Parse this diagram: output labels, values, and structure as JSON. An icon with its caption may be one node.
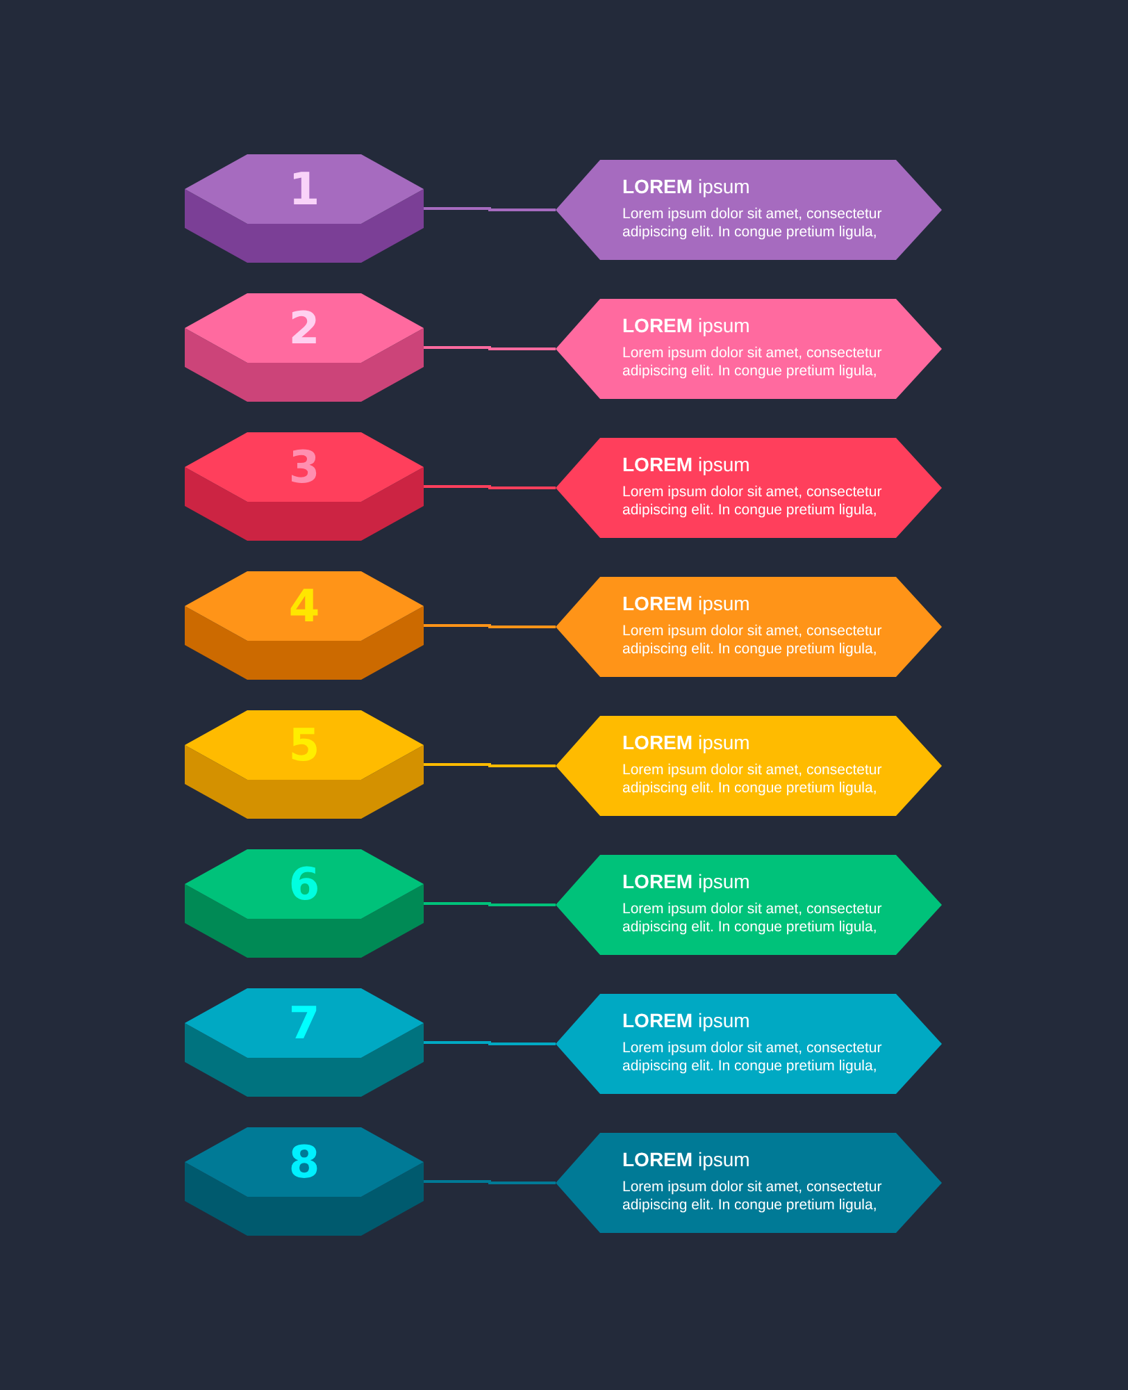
{
  "diagram": {
    "nodes": [
      {
        "text": [
          "1"
        ]
      },
      {
        "text": [
          "**LOREM** ipsum",
          "Lorem ipsum dolor sit amet, consectetur adipiscing elit. In congue pretium ligula,"
        ]
      },
      {
        "text": [
          "2"
        ]
      },
      {
        "text": [
          "**LOREM** ipsum",
          "Lorem ipsum dolor sit amet, consectetur adipiscing elit. In congue pretium ligula,"
        ]
      },
      {
        "text": [
          "3"
        ]
      },
      {
        "text": [
          "**LOREM** ipsum",
          "Lorem ipsum dolor sit amet, consectetur adipiscing elit. In congue pretium ligula,"
        ]
      },
      {
        "text": [
          "4"
        ]
      },
      {
        "text": [
          "**LOREM** ipsum",
          "Lorem ipsum dolor sit amet, consectetur adipiscing elit. In congue pretium ligula,"
        ]
      },
      {
        "text": [
          "5"
        ]
      },
      {
        "text": [
          "**LOREM** ipsum",
          "Lorem ipsum dolor sit amet, consectetur adipiscing elit. In congue pretium ligula,"
        ]
      },
      {
        "text": [
          "6"
        ]
      },
      {
        "text": [
          "**LOREM** ipsum",
          "Lorem ipsum dolor sit amet, consectetur adipiscing elit. In congue pretium ligula,"
        ]
      },
      {
        "text": [
          "7"
        ]
      },
      {
        "text": [
          "**LOREM** ipsum",
          "Lorem ipsum dolor sit amet, consectetur adipiscing elit. In congue pretium ligula,"
        ]
      },
      {
        "text": [
          "8"
        ]
      },
      {
        "text": [
          "**LOREM** ipsum",
          "Lorem ipsum dolor sit amet, consectetur adipiscing elit. In congue pretium ligula,"
        ]
      }
    ],
    "edges": [
      {
        "from": 0,
        "to": 1,
        "arrow": "none",
        "color": "#a66bbf"
      },
      {
        "from": 2,
        "to": 3,
        "arrow": "none",
        "color": "#ff6a9f"
      },
      {
        "from": 4,
        "to": 5,
        "arrow": "none",
        "color": "#ff3f5c"
      },
      {
        "from": 6,
        "to": 7,
        "arrow": "none",
        "color": "#ff9418"
      },
      {
        "from": 8,
        "to": 9,
        "arrow": "none",
        "color": "#ffbb00"
      },
      {
        "from": 10,
        "to": 11,
        "arrow": "none",
        "color": "#00c27a"
      },
      {
        "from": 12,
        "to": 13,
        "arrow": "none",
        "color": "#00a9c3"
      },
      {
        "from": 14,
        "to": 15,
        "arrow": "none",
        "color": "#007a96"
      }
    ]
  }
}
